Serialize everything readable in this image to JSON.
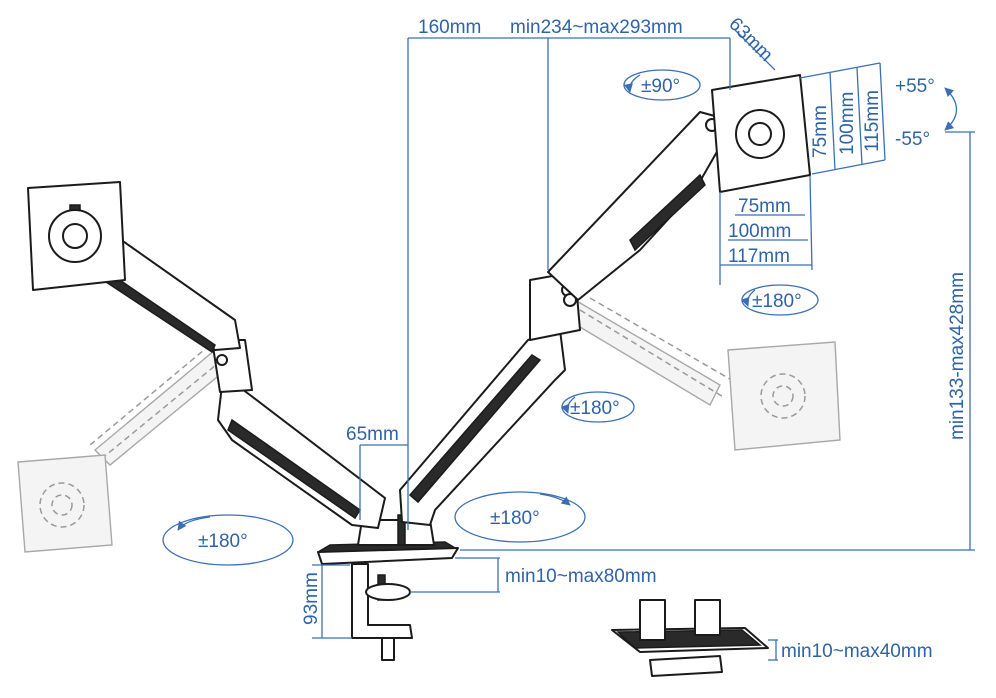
{
  "colors": {
    "dimension_blue": "#3a6fb5",
    "label_blue": "#2f63a8",
    "arm_stroke": "#1b1b1b",
    "ghost_gray": "#9a9a9a"
  },
  "labels": {
    "arm_length_1": "160mm",
    "arm_length_2": "min234~max293mm",
    "plate_offset": "63mm",
    "tilt_rotation": "±90°",
    "tilt_up": "+55°",
    "tilt_down": "-55°",
    "vesa_v_75": "75mm",
    "vesa_v_100": "100mm",
    "vesa_v_115": "115mm",
    "vesa_h_75": "75mm",
    "vesa_h_100": "100mm",
    "vesa_h_117": "117mm",
    "swivel_head": "±180°",
    "swivel_elbow": "±180°",
    "swivel_base_right": "±180°",
    "swivel_base_left": "±180°",
    "pole_offset": "65mm",
    "height_range": "min133-max428mm",
    "base_height": "93mm",
    "clamp_range": "min10~max80mm",
    "grommet_range": "min10~max40mm"
  }
}
